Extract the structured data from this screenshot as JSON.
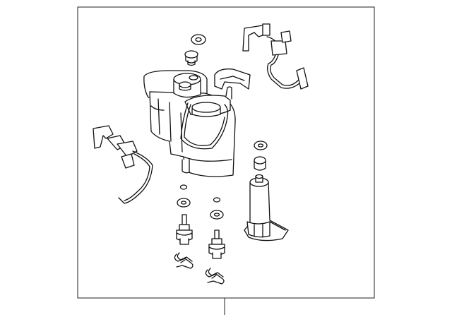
{
  "diagram": {
    "kind": "exploded parts diagram",
    "callout_labels": [],
    "colors": {
      "line": "#111111",
      "background": "#ffffff"
    },
    "parts": [
      "fuel-filter-housing",
      "filter-cover-cap",
      "upper-seal-washer",
      "upper-cap-plug",
      "mounting-bracket-clip",
      "upper-wire-harness",
      "left-wire-harness",
      "small-washer",
      "drain-plug",
      "sensor-assembly",
      "small-o-ring",
      "washer",
      "bleeder-fitting",
      "retaining-clip"
    ]
  }
}
